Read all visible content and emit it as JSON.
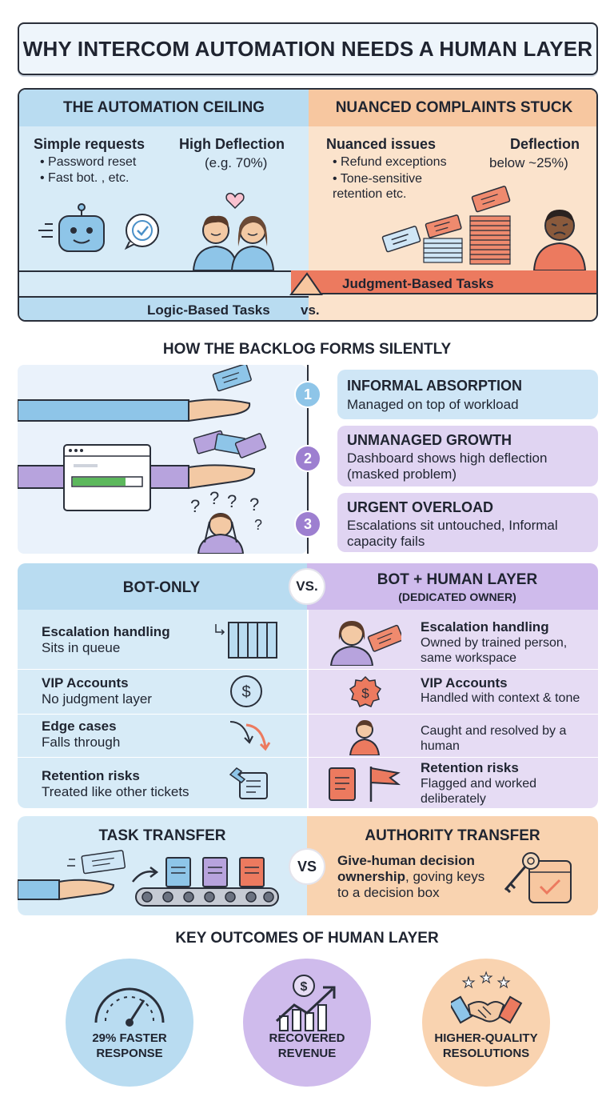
{
  "title": "WHY INTERCOM AUTOMATION NEEDS A HUMAN LAYER",
  "ceiling": {
    "left_header": "THE AUTOMATION CEILING",
    "right_header": "NUANCED COMPLAINTS STUCK",
    "simple_title": "Simple requests",
    "simple_items": [
      "Password reset",
      "Fast bot. , etc."
    ],
    "high_title": "High Deflection",
    "high_value": "(e.g. 70%)",
    "nuanced_title": "Nuanced issues",
    "nuanced_items": [
      "Refund exceptions",
      "Tone-sensitive retention etc."
    ],
    "deflection_title": "Deflection",
    "deflection_value": "below ~25%)",
    "logic_label": "Logic-Based Tasks",
    "vs_label": "vs.",
    "judgment_label": "Judgment-Based Tasks"
  },
  "backlog": {
    "title": "HOW THE BACKLOG FORMS SILENTLY",
    "steps": [
      {
        "num": "1",
        "title": "INFORMAL ABSORPTION",
        "desc": "Managed on top of workload"
      },
      {
        "num": "2",
        "title": "UNMANAGED GROWTH",
        "desc": "Dashboard shows high deflection (masked problem)"
      },
      {
        "num": "3",
        "title": "URGENT OVERLOAD",
        "desc": "Escalations sit untouched, Informal capacity fails"
      }
    ]
  },
  "compare": {
    "left_header": "BOT-ONLY",
    "vs": "VS.",
    "right_header": "BOT + HUMAN LAYER",
    "right_sub": "(DEDICATED OWNER)",
    "rows": [
      {
        "left_title": "Escalation handling",
        "left_desc": "Sits in queue",
        "right_title": "Escalation handling",
        "right_desc": "Owned by trained person, same workspace"
      },
      {
        "left_title": "VIP Accounts",
        "left_desc": "No judgment layer",
        "right_title": "VIP Accounts",
        "right_desc": "Handled with context & tone"
      },
      {
        "left_title": "Edge cases",
        "left_desc": "Falls through",
        "right_title": "",
        "right_desc": "Caught and resolved by a human"
      },
      {
        "left_title": "Retention risks",
        "left_desc": "Treated like other tickets",
        "right_title": "Retention risks",
        "right_desc": "Flagged and worked deliberately"
      }
    ]
  },
  "transfer": {
    "task_header": "TASK TRANSFER",
    "vs": "VS",
    "authority_header": "AUTHORITY TRANSFER",
    "authority_desc_bold": "Give-human decision ownership",
    "authority_desc_rest": ", goving keys to a decision box"
  },
  "outcomes": {
    "title": "KEY OUTCOMES OF HUMAN LAYER",
    "items": [
      {
        "label1": "29% FASTER",
        "label2": "RESPONSE"
      },
      {
        "label1": "RECOVERED",
        "label2": "REVENUE"
      },
      {
        "label1": "HIGHER-QUALITY",
        "label2": "RESOLUTIONS"
      }
    ]
  },
  "colors": {
    "blue": "#d7ebf7",
    "peach": "#fbe3cc",
    "purple": "#e6dcf4",
    "coral": "#ec7a5f",
    "purple_accent": "#9d7fd0"
  }
}
